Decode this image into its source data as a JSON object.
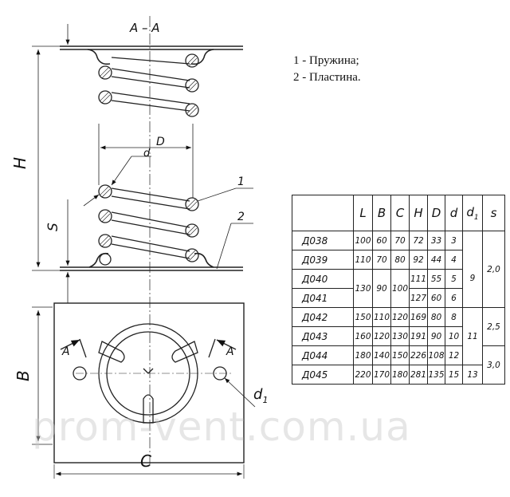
{
  "drawing": {
    "section_title": "A – A",
    "dim_H": "H",
    "dim_S": "S",
    "dim_D": "D",
    "dim_d": "d",
    "dim_B": "B",
    "dim_C": "C",
    "dim_d1": "d",
    "dim_d1_sub": "1",
    "cut_left": "A",
    "cut_right": "A",
    "callout_1": "1",
    "callout_2": "2"
  },
  "legend": {
    "item1": "1 - Пружина;",
    "item2": "2 - Пластина."
  },
  "table": {
    "headers": [
      "L",
      "B",
      "C",
      "H",
      "D",
      "d",
      "d",
      "s"
    ],
    "d1_sub": "1",
    "rows": [
      {
        "model": "Д038",
        "L": "100",
        "B": "60",
        "C": "70",
        "H": "72",
        "D": "33",
        "d": "3"
      },
      {
        "model": "Д039",
        "L": "110",
        "B": "70",
        "C": "80",
        "H": "92",
        "D": "44",
        "d": "4"
      },
      {
        "model": "Д040",
        "H": "111",
        "D": "55",
        "d": "5"
      },
      {
        "model": "Д041",
        "H": "127",
        "D": "60",
        "d": "6"
      },
      {
        "model": "Д042",
        "L": "150",
        "B": "110",
        "C": "120",
        "H": "169",
        "D": "80",
        "d": "8"
      },
      {
        "model": "Д043",
        "L": "160",
        "B": "120",
        "C": "130",
        "H": "191",
        "D": "90",
        "d": "10"
      },
      {
        "model": "Д044",
        "L": "180",
        "B": "140",
        "C": "150",
        "H": "226",
        "D": "108",
        "d": "12"
      },
      {
        "model": "Д045",
        "L": "220",
        "B": "170",
        "C": "180",
        "H": "281",
        "D": "135",
        "d": "15",
        "d1": "13"
      }
    ],
    "merged": {
      "L_040_041": "130",
      "B_040_041": "90",
      "C_040_041": "100",
      "d1_039_041": "9",
      "d1_042_044": "11",
      "s_038_041": "2,0",
      "s_042_043": "2,5",
      "s_044_045": "3,0"
    }
  },
  "watermark": "prom-vent.com.ua"
}
